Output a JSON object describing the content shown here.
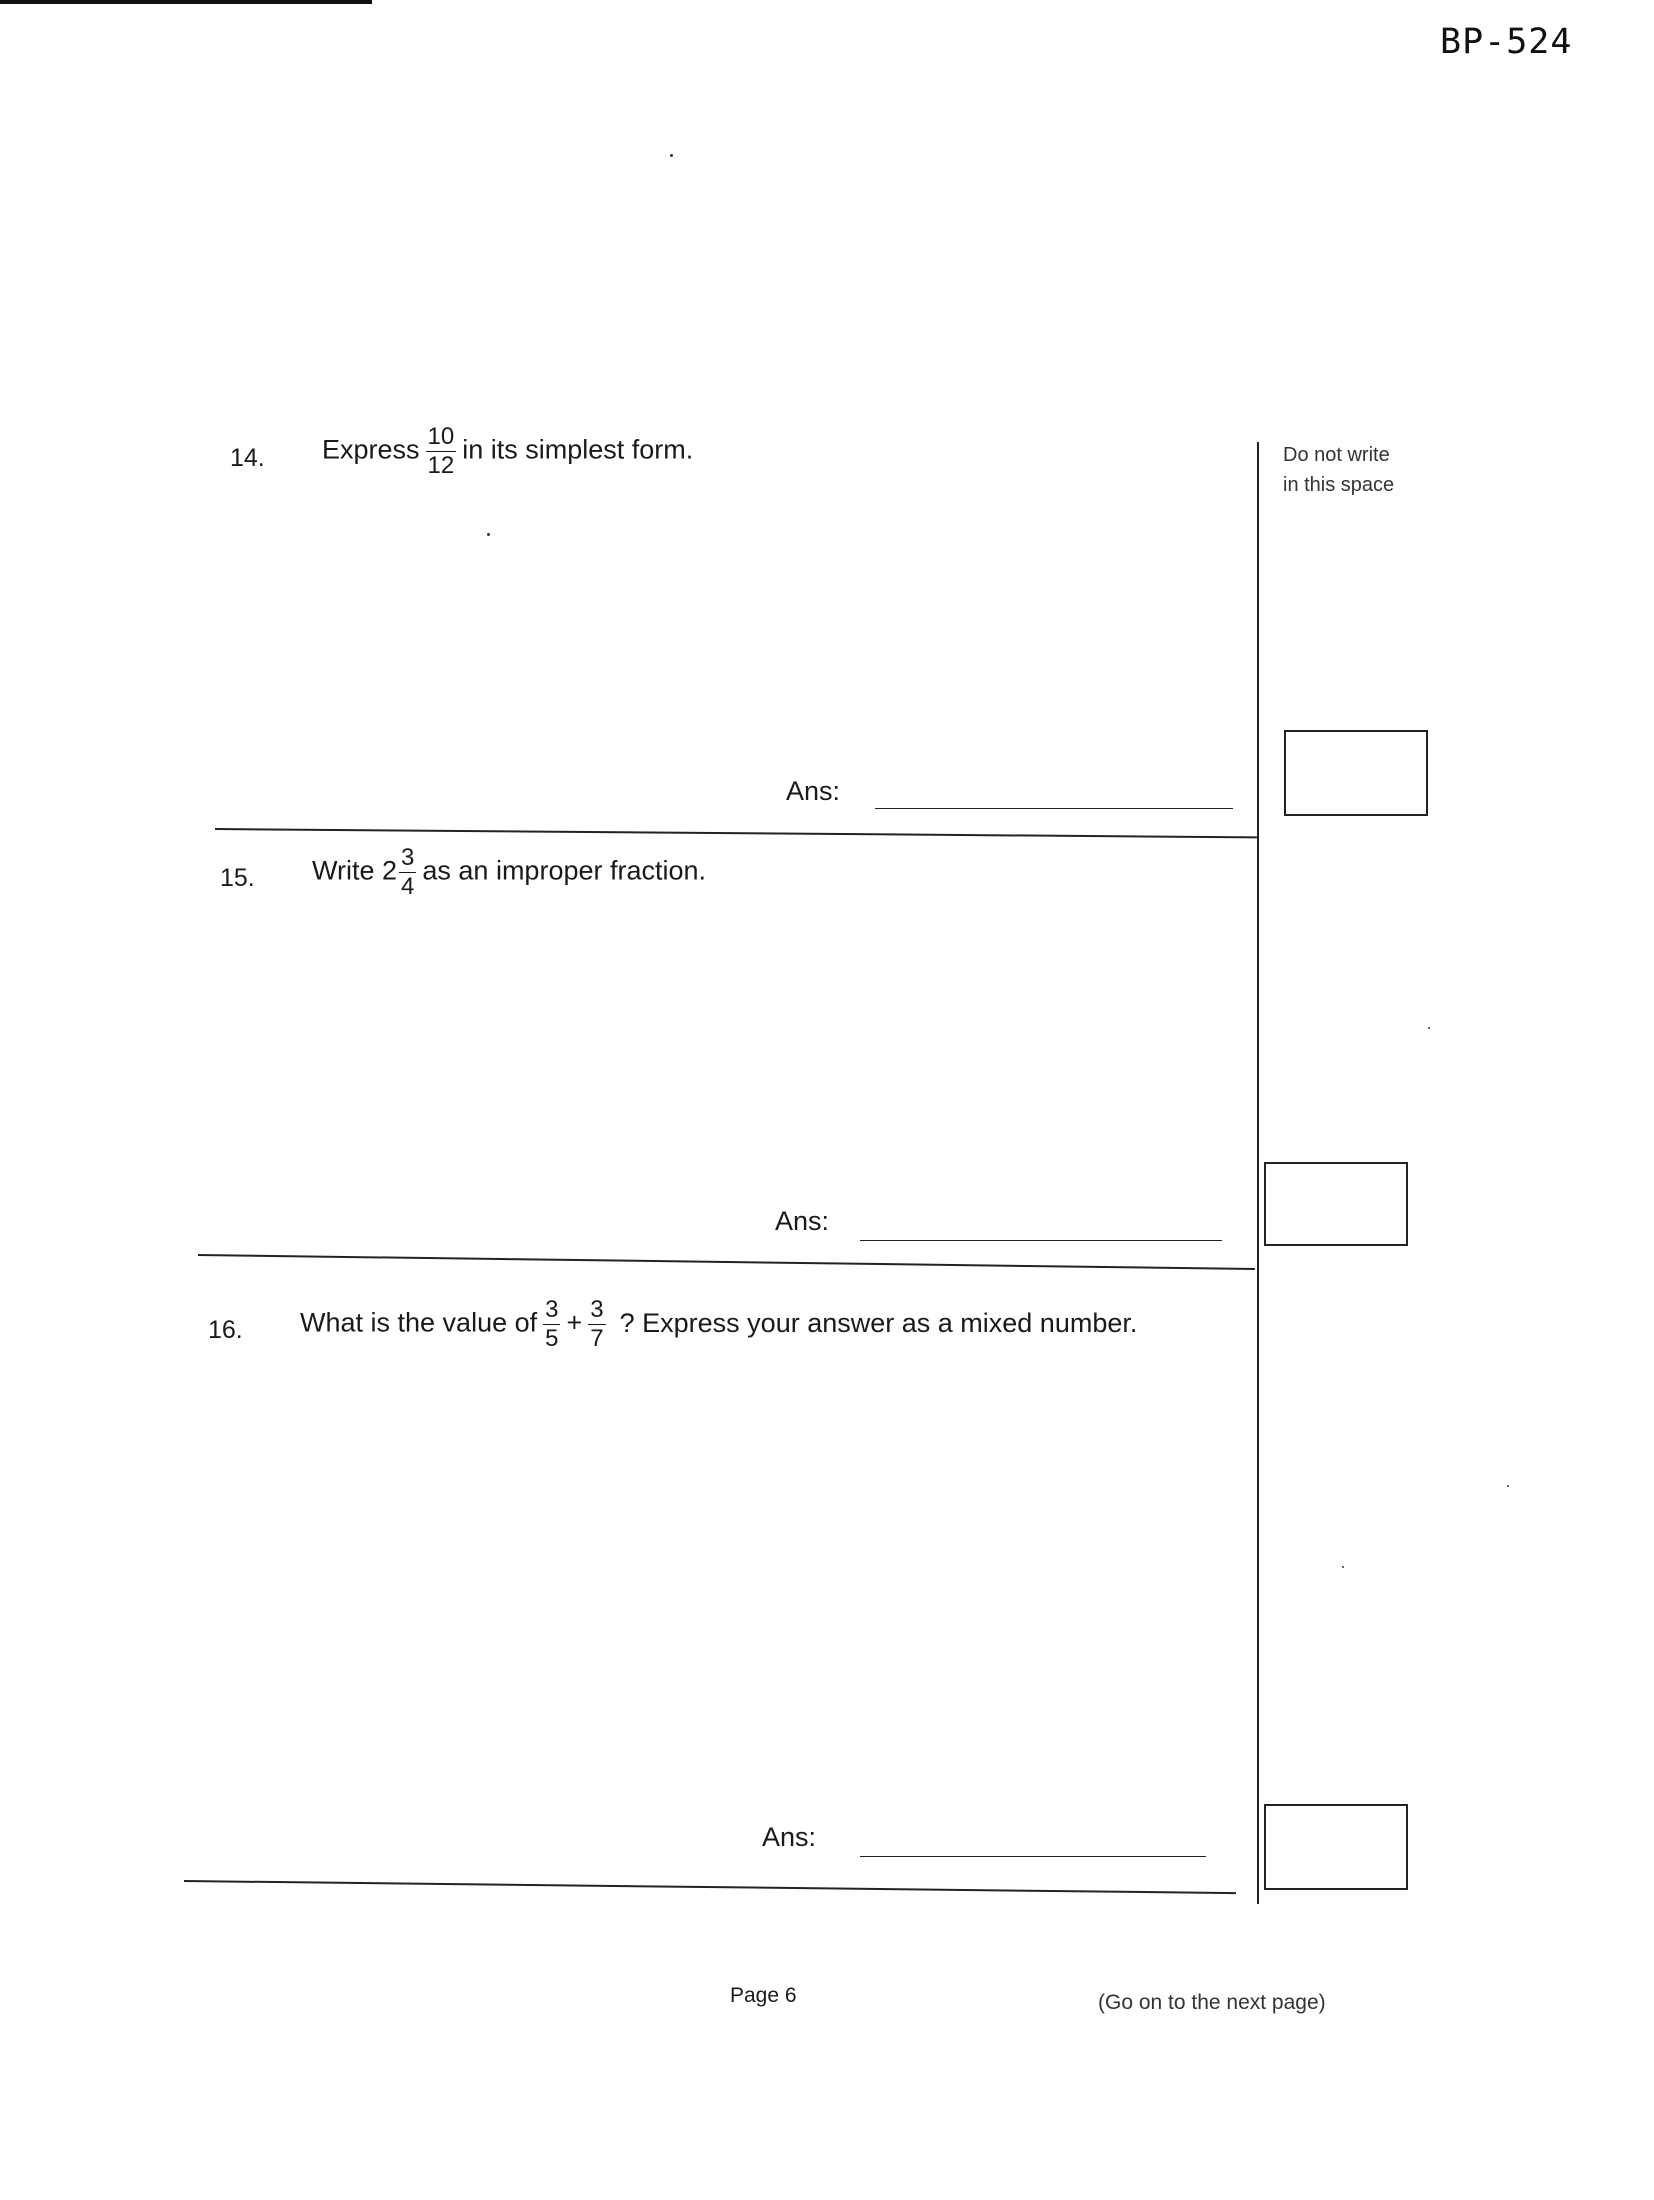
{
  "header": {
    "code": "BP-524"
  },
  "margin": {
    "do_not_write": [
      "Do not write",
      "in this space"
    ]
  },
  "questions": [
    {
      "number": "14.",
      "pre": "Express",
      "fraction": {
        "num": "10",
        "den": "12"
      },
      "post": "in its simplest form.",
      "ans_label": "Ans:"
    },
    {
      "number": "15.",
      "pre": "Write 2",
      "fraction": {
        "num": "3",
        "den": "4"
      },
      "post": "as an improper fraction.",
      "ans_label": "Ans:"
    },
    {
      "number": "16.",
      "pre": "What is the value of",
      "fraction_a": {
        "num": "3",
        "den": "5"
      },
      "op": "+",
      "fraction_b": {
        "num": "3",
        "den": "7"
      },
      "post": "? Express your answer as a mixed number.",
      "ans_label": "Ans:"
    }
  ],
  "footer": {
    "page": "Page 6",
    "next": "(Go on to the next page)"
  }
}
